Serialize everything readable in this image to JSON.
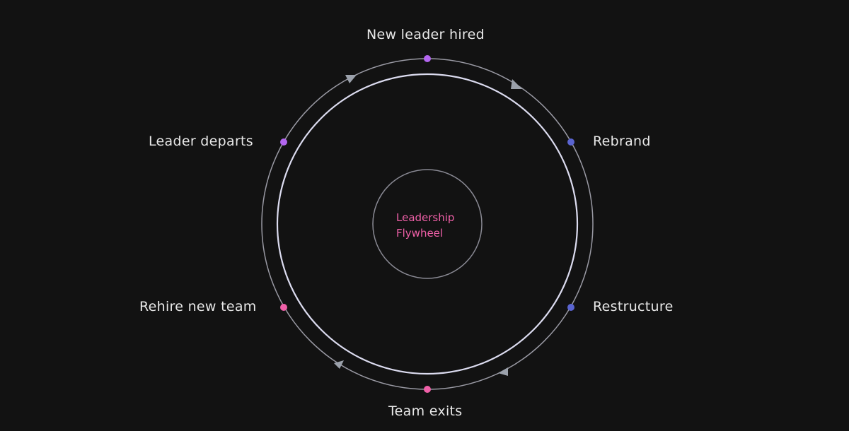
{
  "diagram": {
    "title": "Leadership Flywheel",
    "center": {
      "line1": "Leadership",
      "line2": "Flywheel",
      "color": "#f060a8"
    },
    "colors": {
      "background": "#121212",
      "outer_ring": "#9a9aa4",
      "inner_ring": "#dcdcf0",
      "center_ring": "#8a8a94",
      "arrow": "#9ba1ab",
      "text": "#e8e8e8"
    },
    "nodes": [
      {
        "label": "New leader hired",
        "color": "#b366f0"
      },
      {
        "label": "Rebrand",
        "color": "#5a64d0"
      },
      {
        "label": "Restructure",
        "color": "#5a64d0"
      },
      {
        "label": "Team exits",
        "color": "#f060a8"
      },
      {
        "label": "Rehire new team",
        "color": "#f060a8"
      },
      {
        "label": "Leader departs",
        "color": "#b366f0"
      }
    ]
  }
}
